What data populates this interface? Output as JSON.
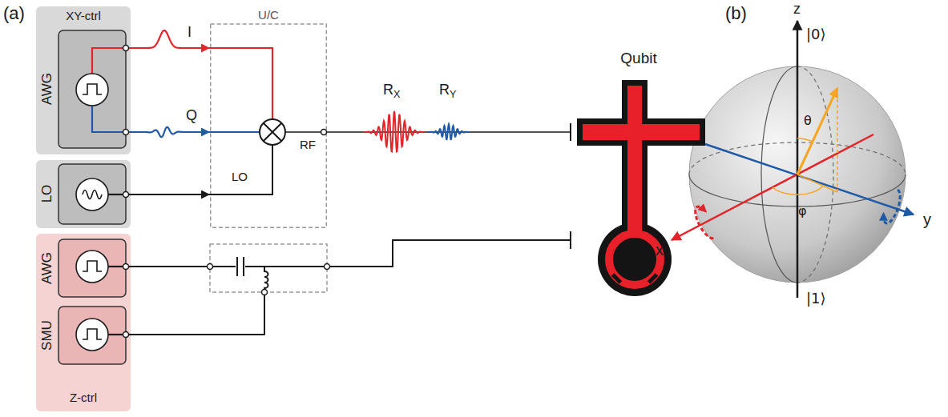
{
  "diagram": {
    "nodes": [
      {
        "text": [
          "XY-ctrl"
        ]
      },
      {
        "text": [
          "AWG"
        ],
        "in": 0
      },
      {
        "text": [
          "LO"
        ]
      },
      {
        "text": [
          "U/C"
        ]
      },
      {
        "text": [
          "Qubit"
        ]
      },
      {
        "text": [
          "Z-ctrl"
        ]
      },
      {
        "text": [
          "AWG"
        ],
        "in": 5
      },
      {
        "text": [
          "SMU"
        ],
        "in": 5
      }
    ],
    "edges": [
      {
        "from": 1,
        "to": 3,
        "label": "I",
        "arrow": "to"
      },
      {
        "from": 1,
        "to": 3,
        "label": "Q",
        "arrow": "to"
      },
      {
        "from": 2,
        "to": 3,
        "arrow": "to"
      },
      {
        "from": 3,
        "to": 4,
        "arrow": "none"
      },
      {
        "from": 6,
        "to": 4,
        "arrow": "none"
      },
      {
        "from": 7,
        "to": 4,
        "arrow": "none"
      }
    ],
    "labels": [
      "(a)",
      "LO",
      "RF",
      "RX",
      "RY",
      "(b)",
      "z",
      "|0⟩",
      "θ",
      "φ",
      "x",
      "y",
      "|1⟩"
    ]
  }
}
